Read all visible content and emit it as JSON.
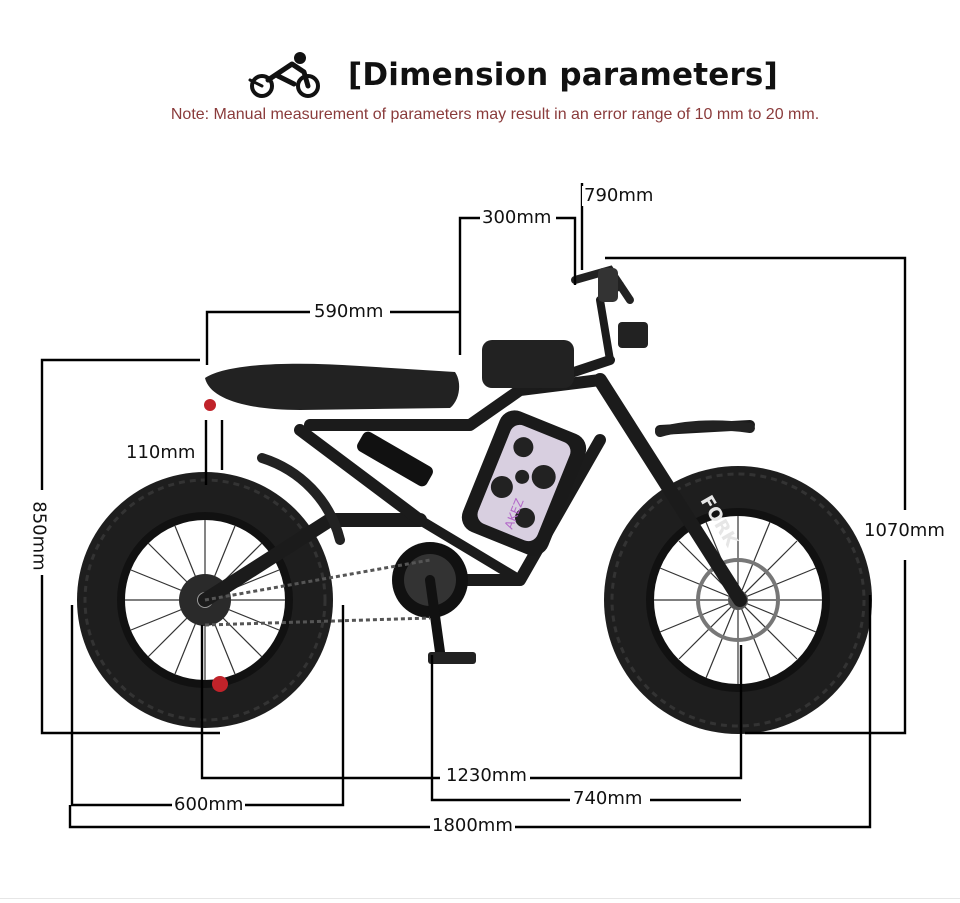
{
  "header": {
    "title": "[Dimension parameters]",
    "icon": "cyclist-icon",
    "note": "Note: Manual measurement of parameters may result in an error range of 10 mm to 20 mm."
  },
  "dimensions": {
    "handlebar_width": "790mm",
    "reach": "300mm",
    "seat_length": "590mm",
    "seat_height": "850mm",
    "seat_to_tire": "110mm",
    "overall_height": "1070mm",
    "wheelbase": "1230mm",
    "rear_wheel_to_crank": "600mm",
    "crank_to_front_axle": "740mm",
    "overall_length": "1800mm"
  },
  "bike": {
    "battery_label": "AKEZ",
    "fork_label": "FORK",
    "colors": {
      "frame": "#1b1b1b",
      "tire": "#222222",
      "rim": "#0f0f0f",
      "accent_red": "#c0232a"
    }
  }
}
